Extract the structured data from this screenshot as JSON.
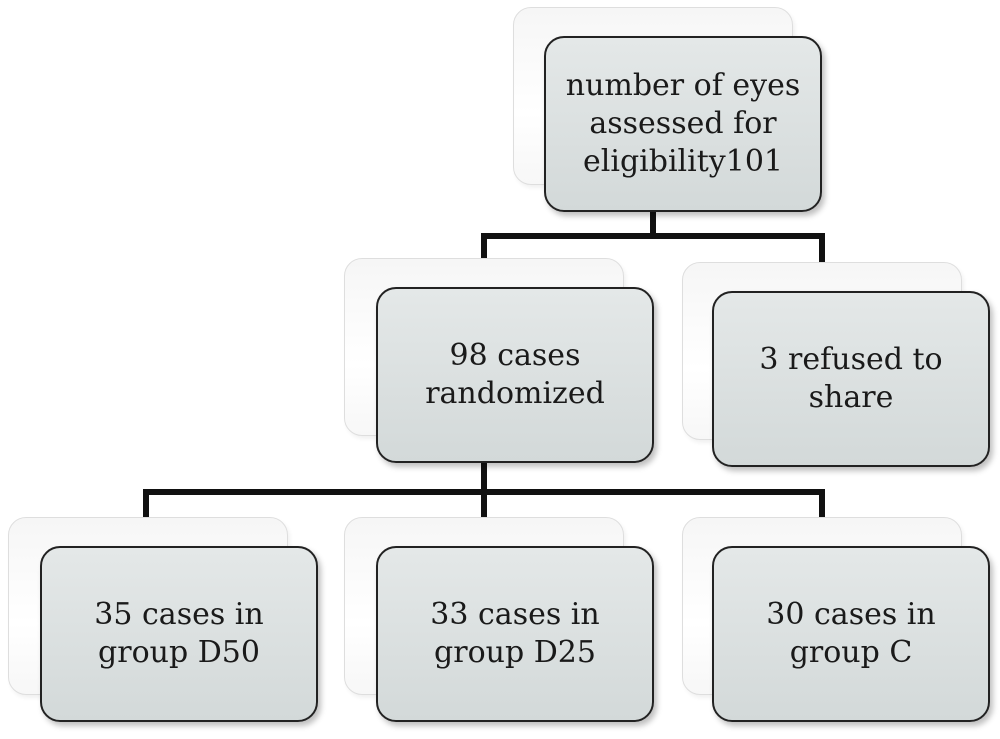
{
  "nodes": {
    "root": {
      "lines": [
        "number of eyes",
        "assessed for",
        "eligibility101"
      ]
    },
    "randomized": {
      "lines": [
        "98 cases",
        "randomized"
      ]
    },
    "refused": {
      "lines": [
        "3 refused to",
        "share"
      ]
    },
    "group_d50": {
      "lines": [
        "35 cases in",
        "group D50"
      ]
    },
    "group_d25": {
      "lines": [
        "33 cases in",
        "group D25"
      ]
    },
    "group_c": {
      "lines": [
        "30 cases in",
        "group C"
      ]
    }
  },
  "colors": {
    "box_fill": "#d8dede",
    "box_border": "#222222",
    "connector": "#111111"
  }
}
